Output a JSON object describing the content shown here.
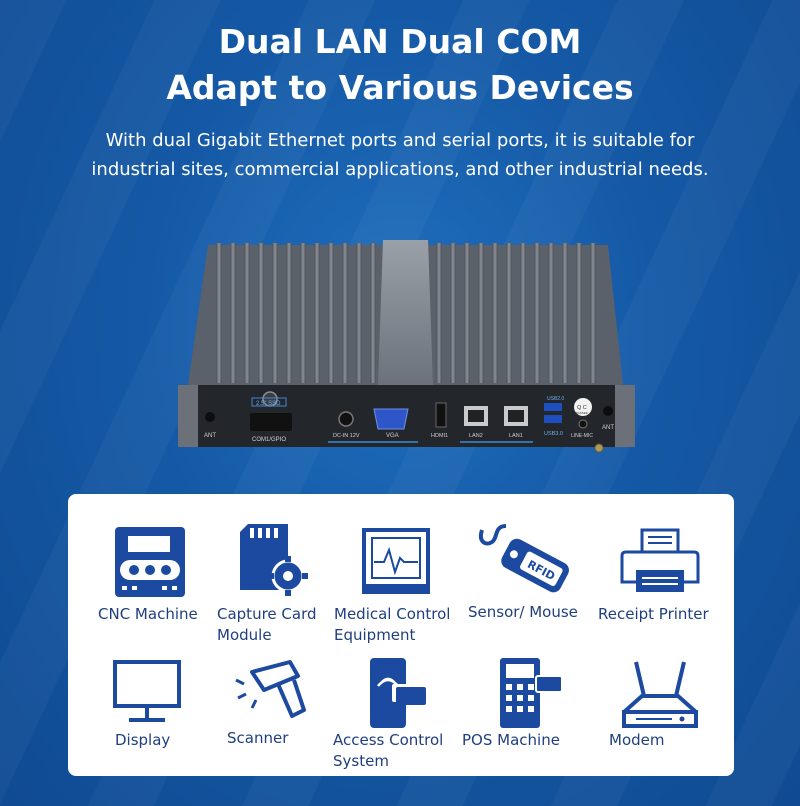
{
  "headline": {
    "line1": "Dual LAN Dual COM",
    "line2": "Adapt to Various Devices"
  },
  "description": {
    "line1": "With dual Gigabit Ethernet ports and serial ports, it is suitable for",
    "line2": "industrial sites, commercial applications, and other industrial needs."
  },
  "device_labels": {
    "ssd": "2.5\" SSD",
    "com": "COM1/GPIO",
    "dc": "DC-IN 12V",
    "vga": "VGA",
    "hdmi": "HDMI1",
    "lan2": "LAN2",
    "lan1": "LAN1",
    "usb": "USB3.0",
    "usb_top": "USB2.0",
    "mic": "LINE-MIC",
    "ant_left": "ANT",
    "ant_right": "ANT",
    "qc": "Q C",
    "qc_sub": "PASSED"
  },
  "applications": {
    "cnc": "CNC Machine",
    "capture_1": "Capture Card",
    "capture_2": "Module",
    "medical_1": "Medical Control",
    "medical_2": "Equipment",
    "sensor": "Sensor/ Mouse",
    "rfid_tag": "RFID",
    "printer": "Receipt Printer",
    "display": "Display",
    "scanner": "Scanner",
    "access_1": "Access Control",
    "access_2": "System",
    "pos": "POS Machine",
    "modem": "Modem"
  },
  "colors": {
    "background": "#1559a6",
    "icon": "#1c4aa0",
    "label": "#1f3f80"
  }
}
